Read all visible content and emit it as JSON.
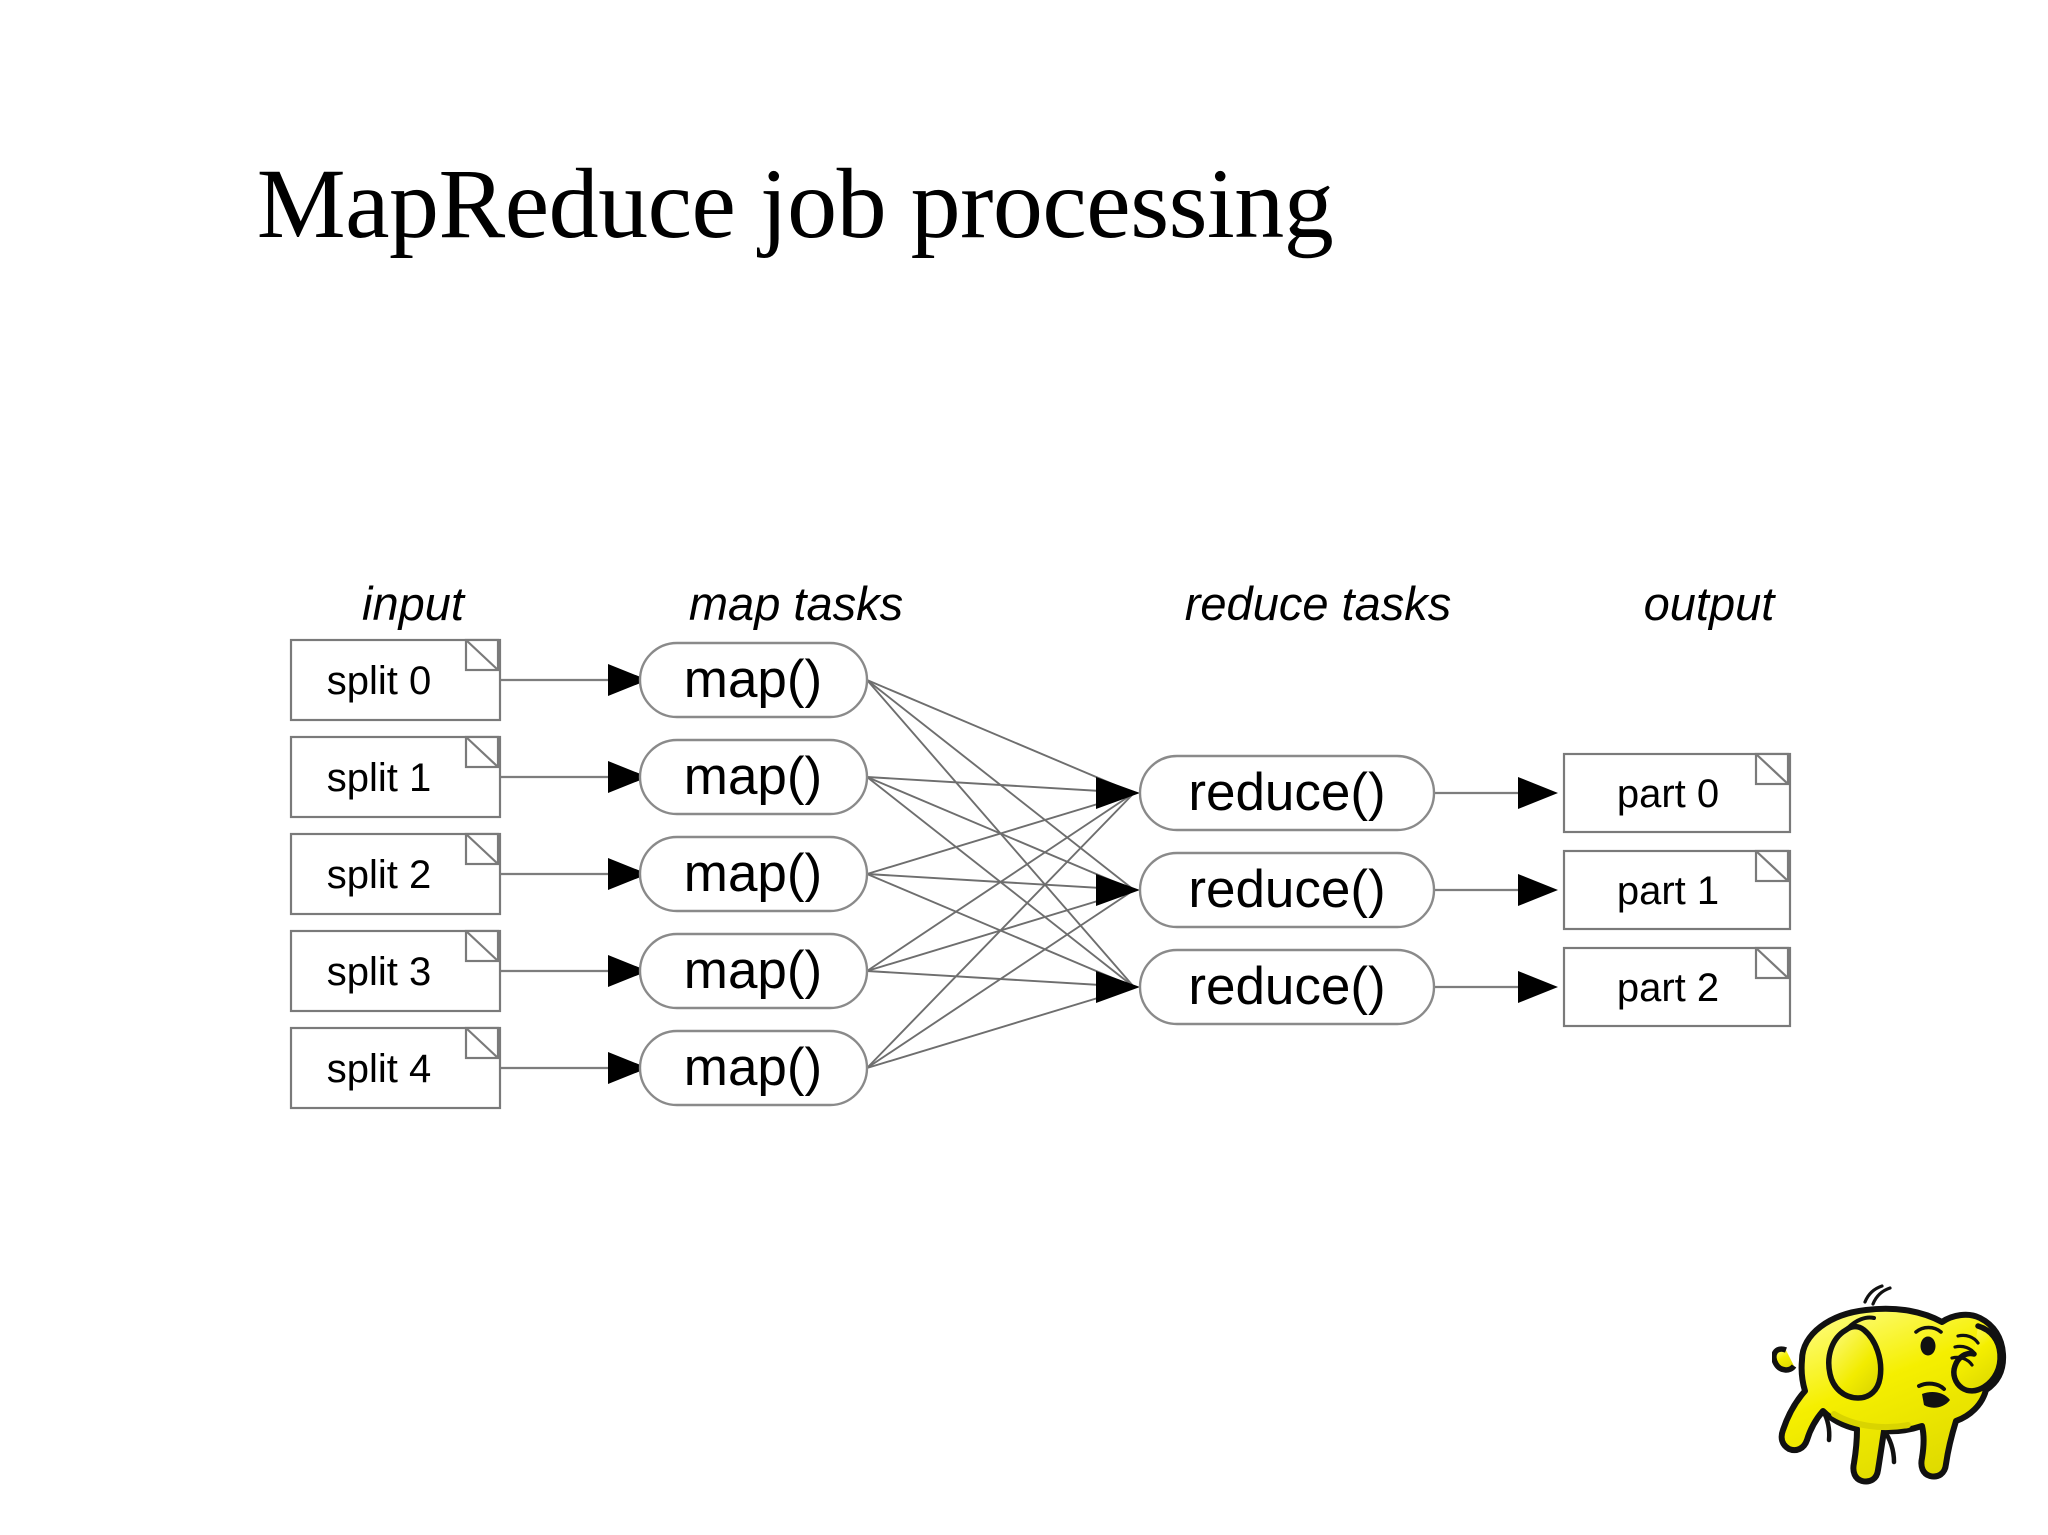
{
  "slide": {
    "title": "MapReduce job processing",
    "background_color": "#ffffff",
    "text_color": "#000000"
  },
  "diagram": {
    "type": "flow",
    "headers": [
      {
        "id": "input",
        "label": "input"
      },
      {
        "id": "map-tasks",
        "label": "map tasks"
      },
      {
        "id": "reduce-tasks",
        "label": "reduce tasks"
      },
      {
        "id": "output",
        "label": "output"
      }
    ],
    "columns": {
      "input": {
        "shape": "document",
        "items": [
          {
            "id": "split-0",
            "label": "split 0"
          },
          {
            "id": "split-1",
            "label": "split 1"
          },
          {
            "id": "split-2",
            "label": "split 2"
          },
          {
            "id": "split-3",
            "label": "split 3"
          },
          {
            "id": "split-4",
            "label": "split 4"
          }
        ]
      },
      "map_tasks": {
        "shape": "rounded",
        "items": [
          {
            "id": "map-0",
            "label": "map()"
          },
          {
            "id": "map-1",
            "label": "map()"
          },
          {
            "id": "map-2",
            "label": "map()"
          },
          {
            "id": "map-3",
            "label": "map()"
          },
          {
            "id": "map-4",
            "label": "map()"
          }
        ]
      },
      "reduce_tasks": {
        "shape": "rounded",
        "items": [
          {
            "id": "reduce-0",
            "label": "reduce()"
          },
          {
            "id": "reduce-1",
            "label": "reduce()"
          },
          {
            "id": "reduce-2",
            "label": "reduce()"
          }
        ]
      },
      "output": {
        "shape": "document",
        "items": [
          {
            "id": "part-0",
            "label": "part 0"
          },
          {
            "id": "part-1",
            "label": "part 1"
          },
          {
            "id": "part-2",
            "label": "part 2"
          }
        ]
      }
    },
    "edges": {
      "input_to_map": "one-to-one, 5 arrows",
      "map_to_reduce": "all-to-all shuffle, 5 x 3 = 15 lines",
      "reduce_to_output": "one-to-one, 3 arrows"
    },
    "colors": {
      "box_stroke": "#7a7a7a",
      "pill_stroke": "#8a8a8a",
      "line": "#6e6e6e",
      "arrow": "#000000"
    }
  },
  "logo": {
    "name": "hadoop-elephant-logo",
    "body_color": "#f2ec00",
    "highlight_color": "#fbf84a",
    "shade_color": "#d9d400",
    "outline_color": "#111111"
  }
}
